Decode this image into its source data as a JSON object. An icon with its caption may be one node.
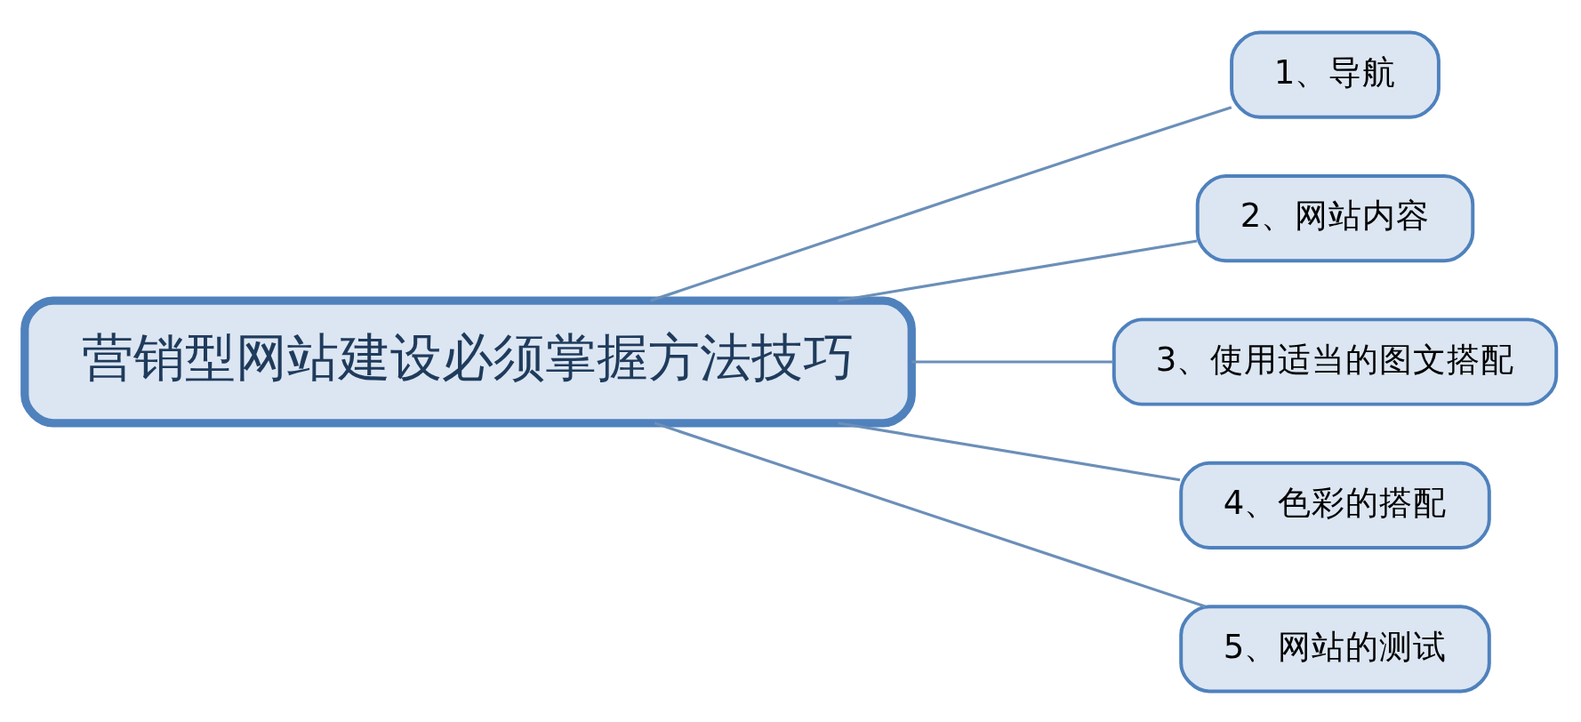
{
  "diagram": {
    "nodes": [
      {
        "text": [
          "营销型网站建设必须掌握方法技巧"
        ]
      },
      {
        "text": [
          "1、导航"
        ]
      },
      {
        "text": [
          "2、网站内容"
        ]
      },
      {
        "text": [
          "3、使用适当的图文搭配"
        ]
      },
      {
        "text": [
          "4、色彩的搭配"
        ]
      },
      {
        "text": [
          "5、网站的测试"
        ]
      }
    ],
    "edges": [
      {
        "from": 0,
        "to": 1,
        "arrow": "none"
      },
      {
        "from": 0,
        "to": 2,
        "arrow": "none"
      },
      {
        "from": 0,
        "to": 3,
        "arrow": "none"
      },
      {
        "from": 0,
        "to": 4,
        "arrow": "none"
      },
      {
        "from": 0,
        "to": 5,
        "arrow": "none"
      }
    ]
  }
}
